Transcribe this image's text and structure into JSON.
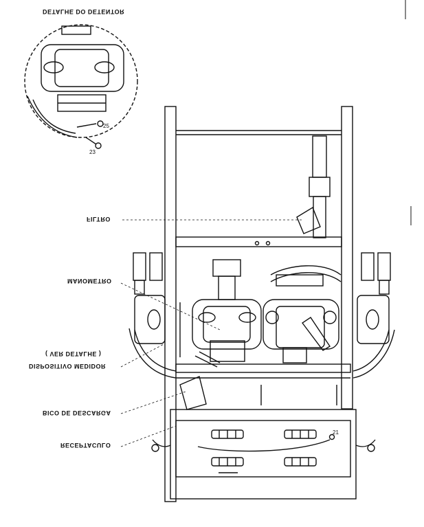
{
  "labels": {
    "detail_title": "DETALHE DO DETENTOR",
    "filtro": "FILTRO",
    "manometro": "MANOMETRO",
    "ver_detalhe": "( VER DETALHE )",
    "dispositivo_medidor": "DISPOSITIVO MEDIDOR",
    "bico_de_descarga": "BICO DE DESCARGA",
    "receptaculo": "RECEPTACULO"
  },
  "callouts": {
    "n25": "25",
    "n23": "23",
    "n21": "21"
  },
  "colors": {
    "line": "#111111",
    "background": "#ffffff"
  }
}
